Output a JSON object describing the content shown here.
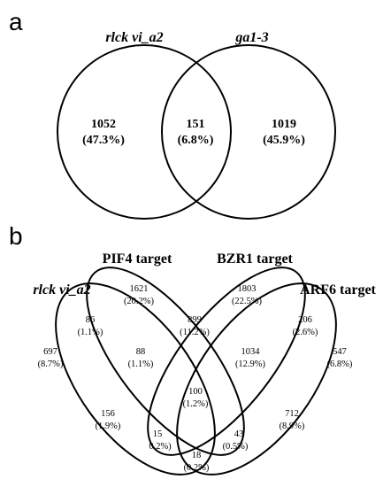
{
  "panel_a": {
    "letter": "a",
    "sets": [
      "rlck vi_a2",
      "ga1-3"
    ],
    "regions": [
      {
        "count": "1052",
        "percent": "(47.3%)"
      },
      {
        "count": "151",
        "percent": "(6.8%)"
      },
      {
        "count": "1019",
        "percent": "(45.9%)"
      }
    ]
  },
  "panel_b": {
    "letter": "b",
    "sets": [
      "rlck vi_a2",
      "PIF4 target",
      "BZR1 target",
      "ARF6 target"
    ],
    "regions": [
      {
        "count": "1621",
        "percent": "(20.2%)"
      },
      {
        "count": "1803",
        "percent": "(22.5%)"
      },
      {
        "count": "86",
        "percent": "(1.1%)"
      },
      {
        "count": "899",
        "percent": "(11.2%)"
      },
      {
        "count": "206",
        "percent": "(2.6%)"
      },
      {
        "count": "697",
        "percent": "(8.7%)"
      },
      {
        "count": "88",
        "percent": "(1.1%)"
      },
      {
        "count": "1034",
        "percent": "(12.9%)"
      },
      {
        "count": "547",
        "percent": "(6.8%)"
      },
      {
        "count": "100",
        "percent": "(1.2%)"
      },
      {
        "count": "156",
        "percent": "(1.9%)"
      },
      {
        "count": "712",
        "percent": "(8.9%)"
      },
      {
        "count": "15",
        "percent": "0.2%)"
      },
      {
        "count": "43",
        "percent": "(0.5%)"
      },
      {
        "count": "18",
        "percent": "(0.2%)"
      }
    ]
  }
}
